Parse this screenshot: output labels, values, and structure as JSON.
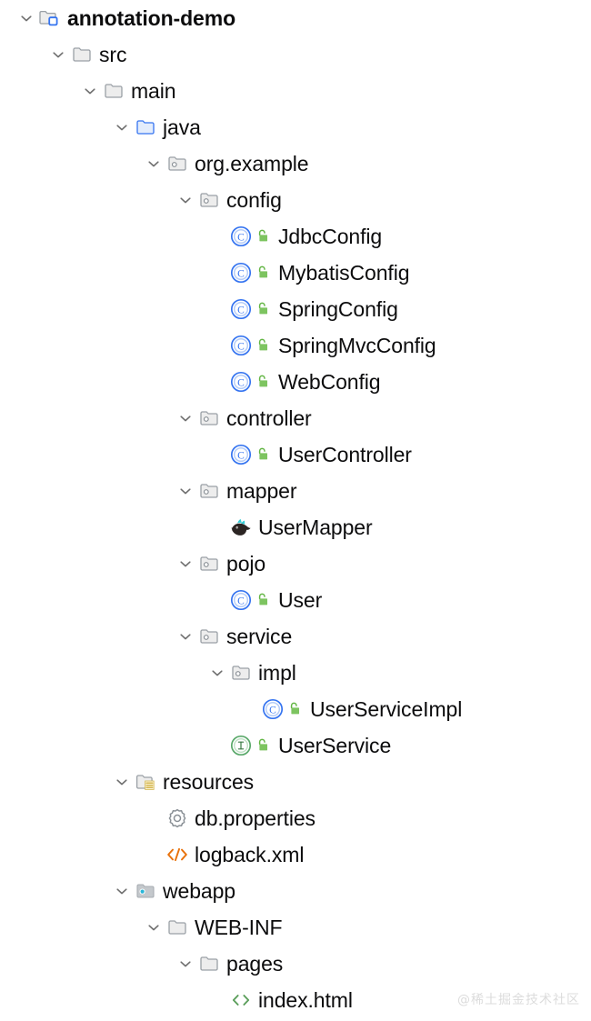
{
  "tree": {
    "rows": [
      {
        "label": "annotation-demo",
        "depth": 0,
        "icon": "module-folder-icon",
        "arrow": "chevron-down-icon",
        "bold": true,
        "vis": null
      },
      {
        "label": "src",
        "depth": 1,
        "icon": "folder-icon",
        "arrow": "chevron-down-icon",
        "bold": false,
        "vis": null
      },
      {
        "label": "main",
        "depth": 2,
        "icon": "folder-icon",
        "arrow": "chevron-down-icon",
        "bold": false,
        "vis": null
      },
      {
        "label": "java",
        "depth": 3,
        "icon": "source-folder-icon",
        "arrow": "chevron-down-icon",
        "bold": false,
        "vis": null
      },
      {
        "label": "org.example",
        "depth": 4,
        "icon": "package-icon",
        "arrow": "chevron-down-icon",
        "bold": false,
        "vis": null
      },
      {
        "label": "config",
        "depth": 5,
        "icon": "package-icon",
        "arrow": "chevron-down-icon",
        "bold": false,
        "vis": null
      },
      {
        "label": "JdbcConfig",
        "depth": 6,
        "icon": "java-class-icon",
        "arrow": null,
        "bold": false,
        "vis": "public-unlocked-icon"
      },
      {
        "label": "MybatisConfig",
        "depth": 6,
        "icon": "java-class-icon",
        "arrow": null,
        "bold": false,
        "vis": "public-unlocked-icon"
      },
      {
        "label": "SpringConfig",
        "depth": 6,
        "icon": "java-class-icon",
        "arrow": null,
        "bold": false,
        "vis": "public-unlocked-icon"
      },
      {
        "label": "SpringMvcConfig",
        "depth": 6,
        "icon": "java-class-icon",
        "arrow": null,
        "bold": false,
        "vis": "public-unlocked-icon"
      },
      {
        "label": "WebConfig",
        "depth": 6,
        "icon": "java-class-icon",
        "arrow": null,
        "bold": false,
        "vis": "public-unlocked-icon"
      },
      {
        "label": "controller",
        "depth": 5,
        "icon": "package-icon",
        "arrow": "chevron-down-icon",
        "bold": false,
        "vis": null
      },
      {
        "label": "UserController",
        "depth": 6,
        "icon": "java-class-icon",
        "arrow": null,
        "bold": false,
        "vis": "public-unlocked-icon"
      },
      {
        "label": "mapper",
        "depth": 5,
        "icon": "package-icon",
        "arrow": "chevron-down-icon",
        "bold": false,
        "vis": null
      },
      {
        "label": "UserMapper",
        "depth": 6,
        "icon": "mybatis-bird-icon",
        "arrow": null,
        "bold": false,
        "vis": null
      },
      {
        "label": "pojo",
        "depth": 5,
        "icon": "package-icon",
        "arrow": "chevron-down-icon",
        "bold": false,
        "vis": null
      },
      {
        "label": "User",
        "depth": 6,
        "icon": "java-class-icon",
        "arrow": null,
        "bold": false,
        "vis": "public-unlocked-icon"
      },
      {
        "label": "service",
        "depth": 5,
        "icon": "package-icon",
        "arrow": "chevron-down-icon",
        "bold": false,
        "vis": null
      },
      {
        "label": "impl",
        "depth": 6,
        "icon": "package-icon",
        "arrow": "chevron-down-icon",
        "bold": false,
        "vis": null
      },
      {
        "label": "UserServiceImpl",
        "depth": 7,
        "icon": "java-class-icon",
        "arrow": null,
        "bold": false,
        "vis": "public-unlocked-icon"
      },
      {
        "label": "UserService",
        "depth": 6,
        "icon": "java-interface-icon",
        "arrow": null,
        "bold": false,
        "vis": "public-unlocked-icon"
      },
      {
        "label": "resources",
        "depth": 3,
        "icon": "resources-folder-icon",
        "arrow": "chevron-down-icon",
        "bold": false,
        "vis": null
      },
      {
        "label": "db.properties",
        "depth": 4,
        "icon": "properties-gear-icon",
        "arrow": null,
        "bold": false,
        "vis": null
      },
      {
        "label": "logback.xml",
        "depth": 4,
        "icon": "xml-file-icon",
        "arrow": null,
        "bold": false,
        "vis": null
      },
      {
        "label": "webapp",
        "depth": 3,
        "icon": "webapp-folder-icon",
        "arrow": "chevron-down-icon",
        "bold": false,
        "vis": null
      },
      {
        "label": "WEB-INF",
        "depth": 4,
        "icon": "folder-icon",
        "arrow": "chevron-down-icon",
        "bold": false,
        "vis": null
      },
      {
        "label": "pages",
        "depth": 5,
        "icon": "folder-icon",
        "arrow": "chevron-down-icon",
        "bold": false,
        "vis": null
      },
      {
        "label": "index.html",
        "depth": 6,
        "icon": "html-file-icon",
        "arrow": null,
        "bold": false,
        "vis": null
      }
    ]
  },
  "watermark": {
    "text": "@稀土掘金技术社区"
  },
  "colors": {
    "text": "#0c0c0d",
    "class_blue": "#3574F0",
    "interface_green": "#59A869",
    "visibility_green": "#62B543",
    "folder_gray": "#9AA0A6",
    "source_folder_blue": "#3574F0",
    "xml_orange": "#E8710A",
    "html_green": "#5A9E5A",
    "resources_yellow": "#D4B752",
    "webapp_cyan": "#29B6D8",
    "mybatis_bird": "#2B2523",
    "mybatis_wing": "#35CCD6"
  }
}
